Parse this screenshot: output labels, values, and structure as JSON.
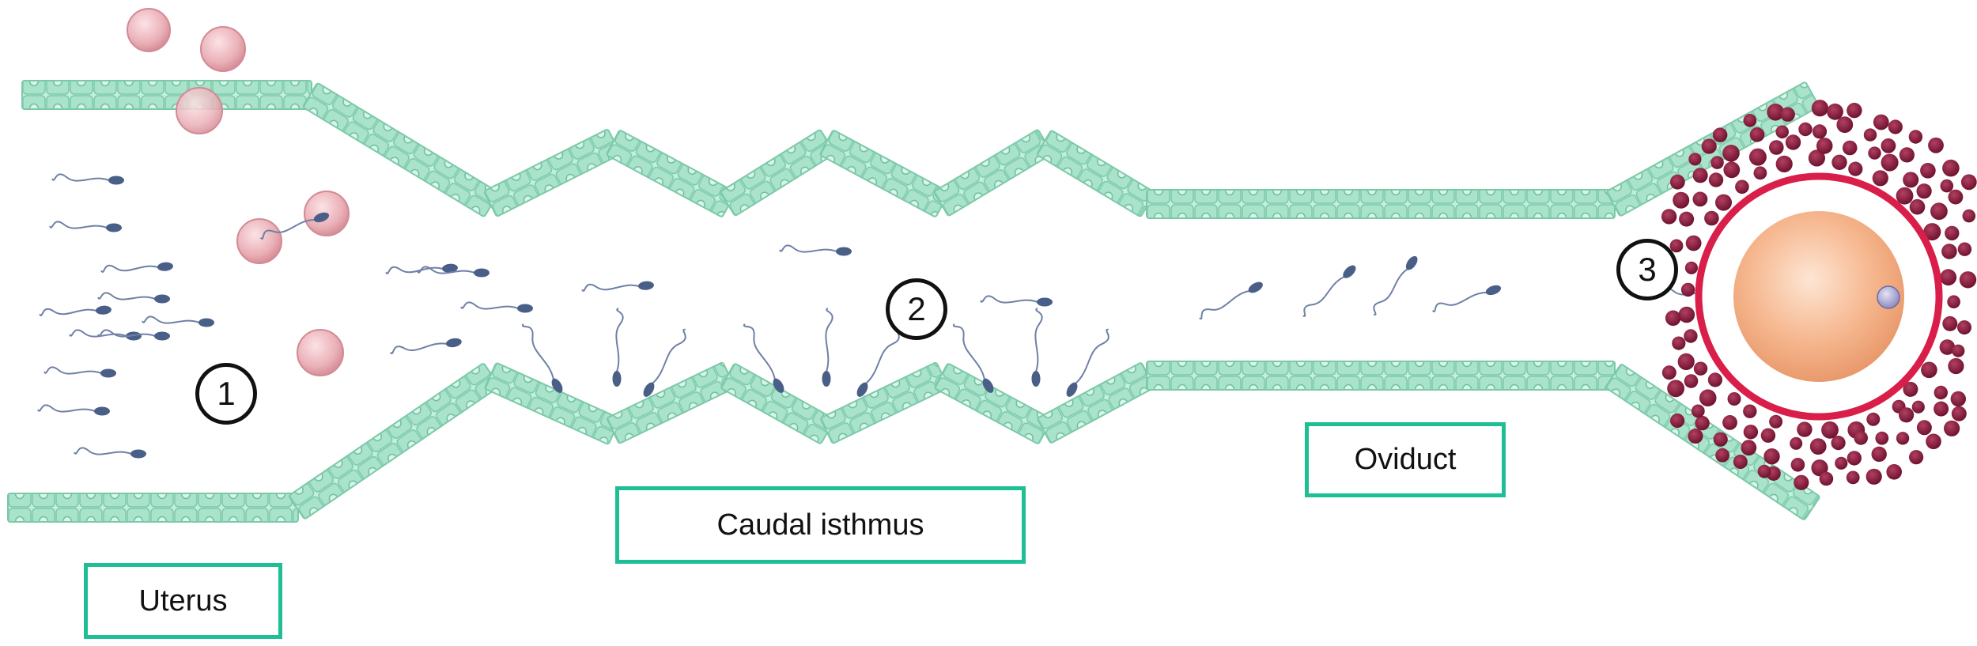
{
  "labels": {
    "uterus": "Uterus",
    "caudal_isthmus": "Caudal isthmus",
    "oviduct": "Oviduct"
  },
  "steps": [
    "1",
    "2",
    "3"
  ],
  "colors": {
    "epithelium_fill": "#bfeedd",
    "epithelium_cell": "#9fdcc2",
    "epithelium_stroke": "#6fc2a0",
    "label_border": "#1fbf96",
    "sperm": "#4a5f88",
    "leukocyte": "#e7a9b0",
    "cumulus": "#8b1a3c",
    "zona": "#d91e4a",
    "oocyte": "#f4b48c"
  },
  "icons": [
    "sperm-icon",
    "leukocyte-icon",
    "oocyte-icon",
    "cumulus-cell-icon",
    "polar-body-icon"
  ]
}
